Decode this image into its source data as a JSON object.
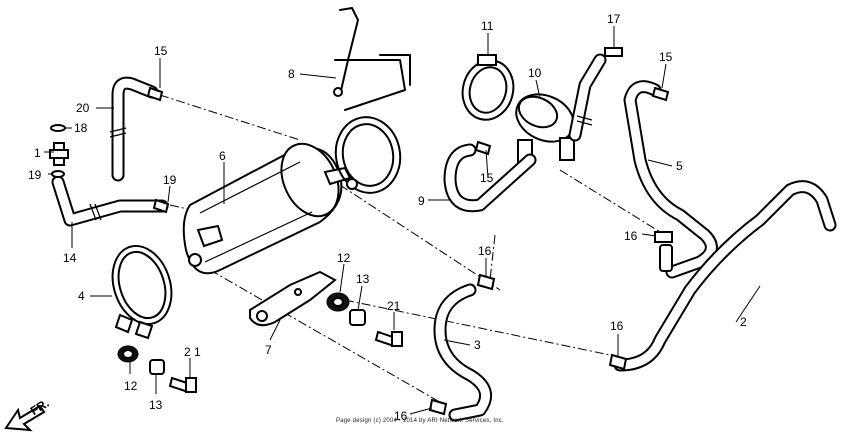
{
  "diagram": {
    "callouts": {
      "c1": "1",
      "c2": "2",
      "c3": "3",
      "c4": "4",
      "c5": "5",
      "c6": "6",
      "c7": "7",
      "c8": "8",
      "c9": "9",
      "c10": "10",
      "c11": "11",
      "c12a": "12",
      "c12b": "12",
      "c13a": "13",
      "c13b": "13",
      "c14": "14",
      "c15a": "15",
      "c15b": "15",
      "c15c": "15",
      "c16a": "16",
      "c16b": "16",
      "c16c": "16",
      "c16d": "16",
      "c17": "17",
      "c18": "18",
      "c19a": "19",
      "c19b": "19",
      "c20": "20",
      "c21a": "21",
      "c21b": "2 1"
    },
    "direction_label": "FR.",
    "copyright": "Page design (c) 2004 - 2014 by ARI Network Services, Inc."
  }
}
